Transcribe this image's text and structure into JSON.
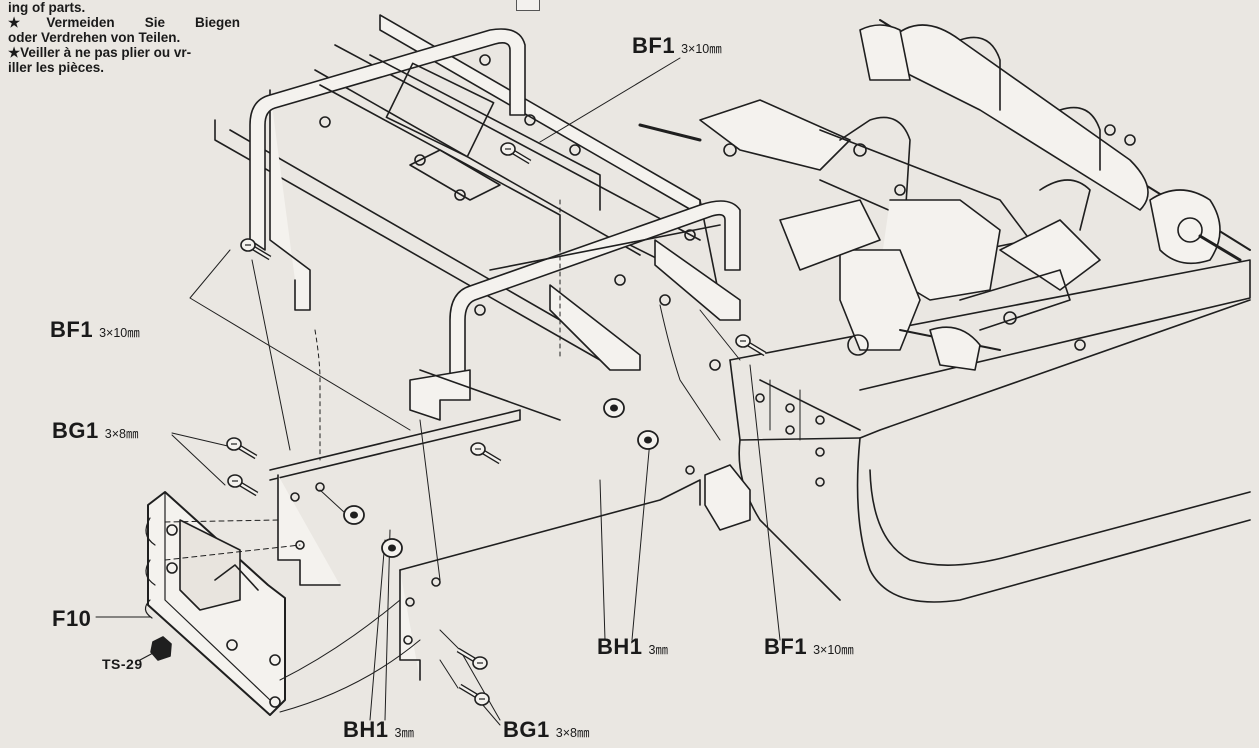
{
  "notes": {
    "line1": "ing of parts.",
    "line2a": "★Vermeiden Sie Biegen",
    "line2b": "oder Verdrehen von Teilen.",
    "line3a": "★Veiller à ne pas plier ou vr-",
    "line3b": "iller les pièces."
  },
  "labels": {
    "bf1_top": {
      "code": "BF1",
      "size": "3×10㎜"
    },
    "bf1_left": {
      "code": "BF1",
      "size": "3×10㎜"
    },
    "bg1_left": {
      "code": "BG1",
      "size": "3×8㎜"
    },
    "f10": {
      "code": "F10"
    },
    "ts29": {
      "code": "TS-29"
    },
    "bh1_mid": {
      "code": "BH1",
      "size": "3㎜"
    },
    "bf1_right": {
      "code": "BF1",
      "size": "3×10㎜"
    },
    "bh1_bottom": {
      "code": "BH1",
      "size": "3㎜"
    },
    "bg1_bottom": {
      "code": "BG1",
      "size": "3×8㎜"
    }
  },
  "colors": {
    "background": "#eae7e2",
    "line": "#1f1f1f",
    "part_fill": "#f4f2ee",
    "shade": "#d6d2cc"
  }
}
